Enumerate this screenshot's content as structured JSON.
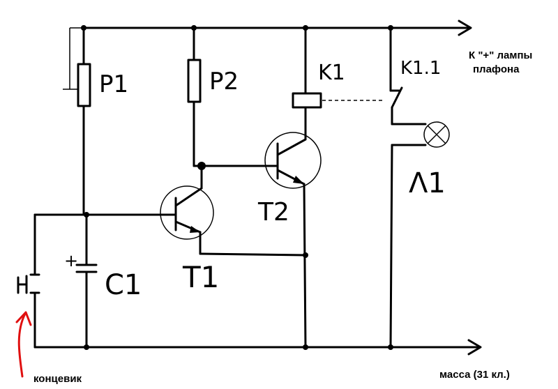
{
  "labels": {
    "p1": "P1",
    "p2": "P2",
    "k1": "K1",
    "k1_1": "K1.1",
    "t1": "T1",
    "t2": "T2",
    "c1": "C1",
    "l1": "Λ1",
    "plus": "+",
    "lamp_note_line1": "К \"+\" лампы",
    "lamp_note_line2": "плафона",
    "ground_note": "масса (31 кл.)",
    "switch_note": "концевик"
  },
  "colors": {
    "wire": "#000000",
    "pointer_arrow": "#e01010",
    "background": "#ffffff"
  }
}
